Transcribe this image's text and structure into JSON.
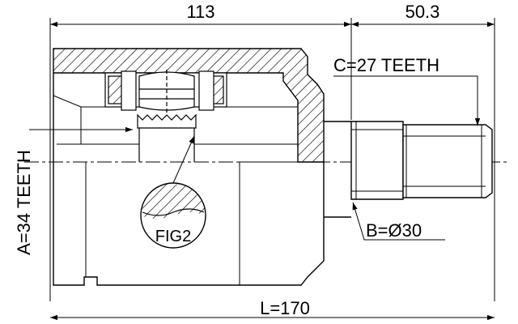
{
  "dimensions": {
    "housing_length": "113",
    "spline_length": "50.3",
    "overall_length": "L=170"
  },
  "labels": {
    "outer_spline": "C=27 TEETH",
    "inner_spline": "A=34 TEETH",
    "shaft_diameter": "B=Ø30",
    "detail_figure": "FIG2"
  },
  "colors": {
    "line": "#000000",
    "background": "#ffffff"
  }
}
